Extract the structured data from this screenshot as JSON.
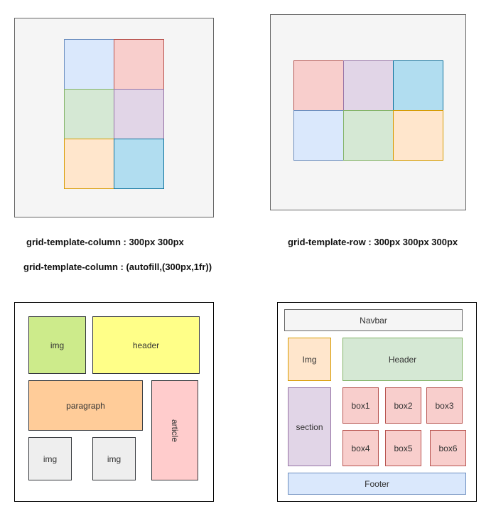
{
  "palette": {
    "blue": {
      "fill": "#dae8fc",
      "stroke": "#6c8ebf"
    },
    "red": {
      "fill": "#f8cecc",
      "stroke": "#b85450"
    },
    "green": {
      "fill": "#d5e8d4",
      "stroke": "#82b366"
    },
    "purple": {
      "fill": "#e1d5e7",
      "stroke": "#9673a6"
    },
    "orange": {
      "fill": "#ffe6cc",
      "stroke": "#d79b00"
    },
    "cyan": {
      "fill": "#b1ddf0",
      "stroke": "#10739e"
    },
    "lime": {
      "fill": "#cdeb8b",
      "stroke": "#36393d"
    },
    "yellow": {
      "fill": "#ffff88",
      "stroke": "#36393d"
    },
    "peach": {
      "fill": "#ffcc99",
      "stroke": "#36393d"
    },
    "pink": {
      "fill": "#ffcccc",
      "stroke": "#36393d"
    },
    "grey": {
      "fill": "#eeeeee",
      "stroke": "#36393d"
    },
    "light_grey": {
      "fill": "#f5f5f5",
      "stroke": "#666666"
    }
  },
  "captions": {
    "columns": "grid-template-column : 300px 300px",
    "autofill": "grid-template-column : (autofill,(300px,1fr))",
    "rows": "grid-template-row : 300px 300px 300px"
  },
  "layout_one": {
    "img_top": "img",
    "header": "header",
    "paragraph": "paragraph",
    "article": "article",
    "img_bottom_left": "img",
    "img_bottom_right": "img"
  },
  "layout_two": {
    "navbar": "Navbar",
    "img": "Img",
    "header": "Header",
    "section": "section",
    "boxes": [
      "box1",
      "box2",
      "box3",
      "box4",
      "box5",
      "box6"
    ],
    "footer": "Footer"
  }
}
